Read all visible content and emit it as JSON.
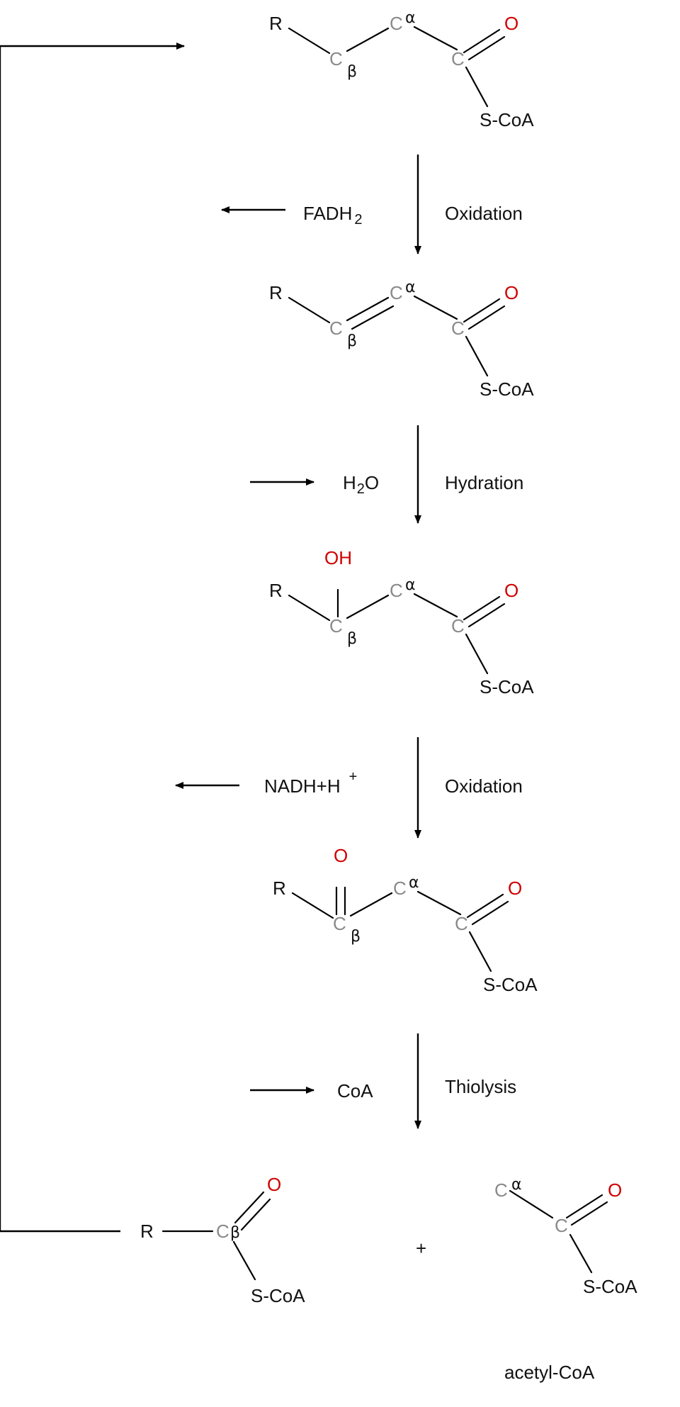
{
  "colors": {
    "carbon": "#8a8a8a",
    "oxygen": "#d00000",
    "text": "#111111"
  },
  "labels": {
    "R": "R",
    "C": "C",
    "O": "O",
    "OH": "OH",
    "alpha": "α",
    "beta": "β",
    "SCoA": "S-CoA",
    "plus": "+"
  },
  "steps": [
    {
      "name": "Oxidation",
      "side": "FADH",
      "side_sub": "2",
      "side_sup": "",
      "direction": "out"
    },
    {
      "name": "Hydration",
      "side": "H",
      "side_sub": "2",
      "side_sup": "O",
      "direction": "in"
    },
    {
      "name": "Oxidation",
      "side": "NADH+H",
      "side_sub": "",
      "side_sup": "+",
      "direction": "out"
    },
    {
      "name": "Thiolysis",
      "side": "CoA",
      "side_sub": "",
      "side_sup": "",
      "direction": "in"
    }
  ],
  "products": {
    "acetyl_label": "acetyl-CoA"
  }
}
